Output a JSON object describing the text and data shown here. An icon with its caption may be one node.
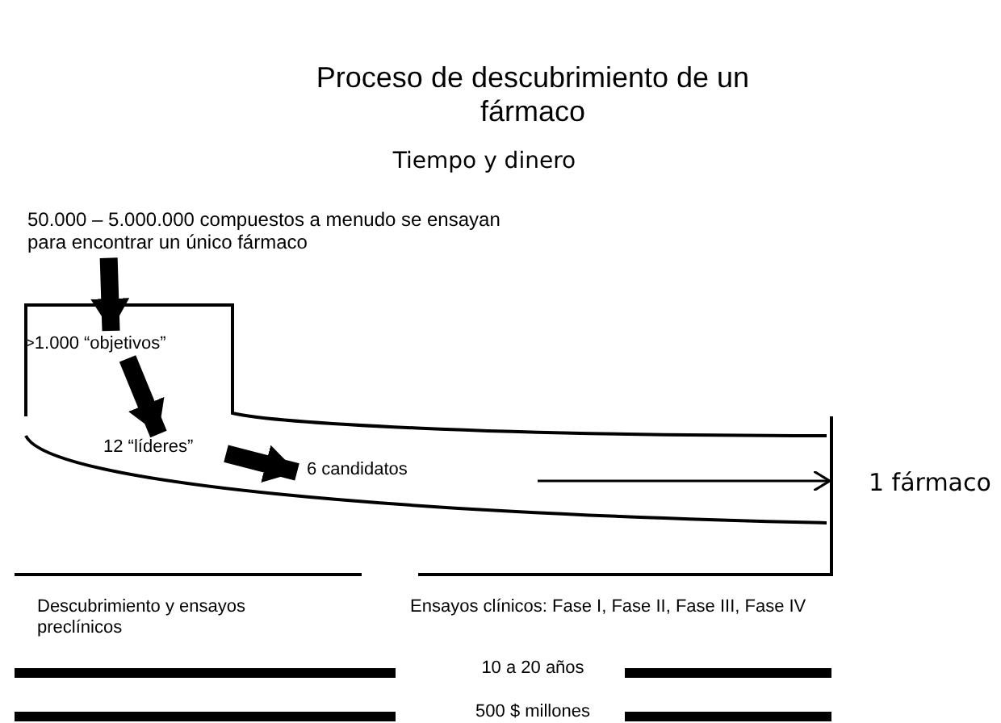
{
  "diagram": {
    "title": "Proceso de descubrimiento de un fármaco",
    "nodes": [
      {
        "text": [
          "50.000 – 5.000.000 compuestos a menudo se ensayan para encontrar un único fármaco"
        ]
      },
      {
        "text": [
          ">1.000  “objetivos”"
        ]
      },
      {
        "text": [
          "12 “líderes”"
        ]
      },
      {
        "text": [
          "6 candidatos"
        ]
      }
    ],
    "edges": [
      {
        "from": 0,
        "to": 1,
        "arrow": "to"
      },
      {
        "from": 1,
        "to": 2,
        "arrow": "to"
      },
      {
        "from": 2,
        "to": 3,
        "arrow": "to"
      }
    ],
    "labels": [
      "Tiempo y dinero",
      "1 fármaco",
      "Descubrimiento y ensayos preclínicos",
      "Ensayos clínicos: Fase I, Fase II, Fase III, Fase IV",
      "10 a 20 años",
      "500 $ millones"
    ]
  }
}
